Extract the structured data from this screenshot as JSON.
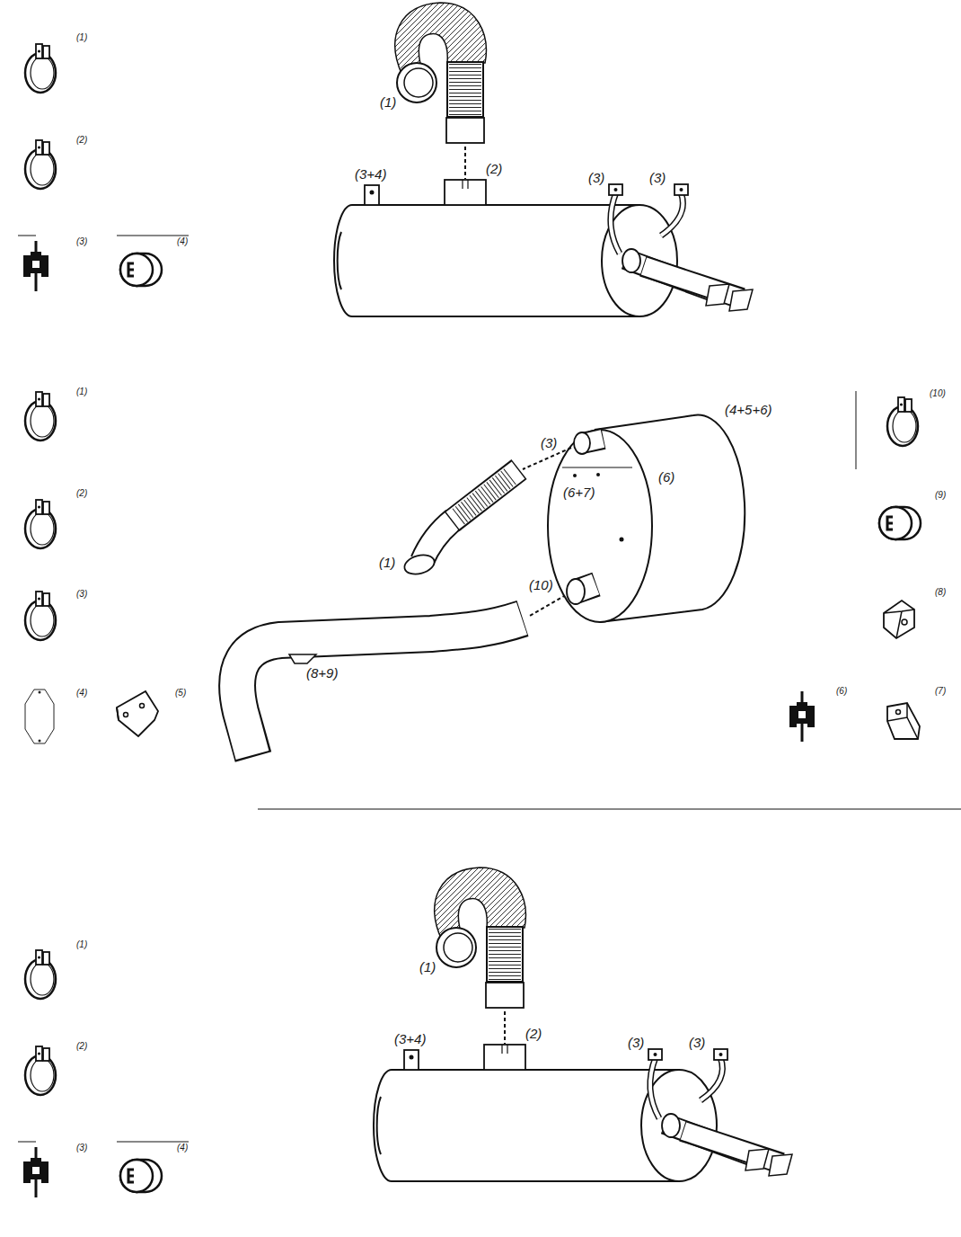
{
  "diagram": {
    "labels": [
      "(1)",
      "(2)",
      "(3)",
      "(4)",
      "(1)",
      "(2)",
      "(3+4)",
      "(3)",
      "(3)",
      "(1)",
      "(2)",
      "(3)",
      "(4)",
      "(5)",
      "(3)",
      "(4+5+6)",
      "(6+7)",
      "(6)",
      "(1)",
      "(10)",
      "(8+9)",
      "(10)",
      "(9)",
      "(8)",
      "(6)",
      "(7)",
      "(1)",
      "(2)",
      "(3)",
      "(4)",
      "(1)",
      "(2)",
      "(3+4)",
      "(3)",
      "(3)"
    ]
  }
}
